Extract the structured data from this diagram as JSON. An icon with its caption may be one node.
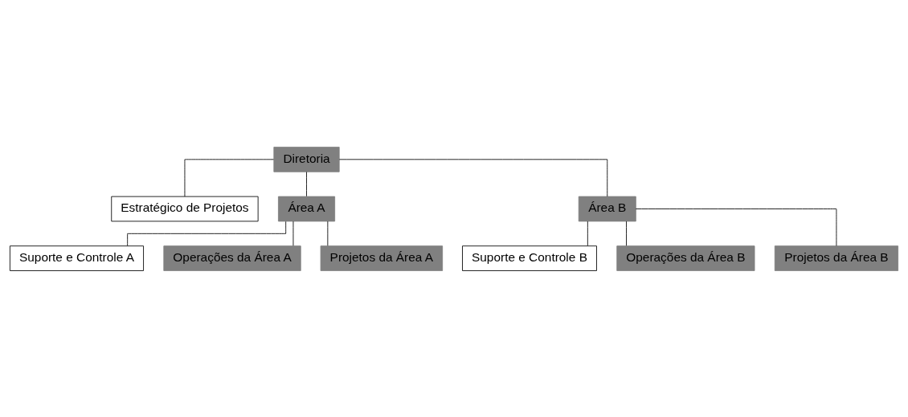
{
  "diagram": {
    "nodes": [
      {
        "text": [
          "Diretoria"
        ]
      },
      {
        "text": [
          "Estratégico de Projetos"
        ]
      },
      {
        "text": [
          "Área A"
        ]
      },
      {
        "text": [
          "Suporte e Controle A"
        ]
      },
      {
        "text": [
          "Operações da Área A"
        ]
      },
      {
        "text": [
          "Projetos da Área A"
        ]
      },
      {
        "text": [
          "Área B"
        ]
      },
      {
        "text": [
          "Suporte e Controle B"
        ]
      },
      {
        "text": [
          "Operações da Área B"
        ]
      },
      {
        "text": [
          "Projetos da Área B"
        ]
      }
    ],
    "edges": [
      {
        "from": 0,
        "to": 1,
        "arrow": "none"
      },
      {
        "from": 0,
        "to": 2,
        "arrow": "none"
      },
      {
        "from": 0,
        "to": 6,
        "arrow": "none"
      },
      {
        "from": 2,
        "to": 3,
        "arrow": "none"
      },
      {
        "from": 2,
        "to": 4,
        "arrow": "none"
      },
      {
        "from": 2,
        "to": 5,
        "arrow": "none"
      },
      {
        "from": 6,
        "to": 7,
        "arrow": "none"
      },
      {
        "from": 6,
        "to": 8,
        "arrow": "none"
      },
      {
        "from": 6,
        "to": 9,
        "arrow": "none"
      }
    ]
  }
}
